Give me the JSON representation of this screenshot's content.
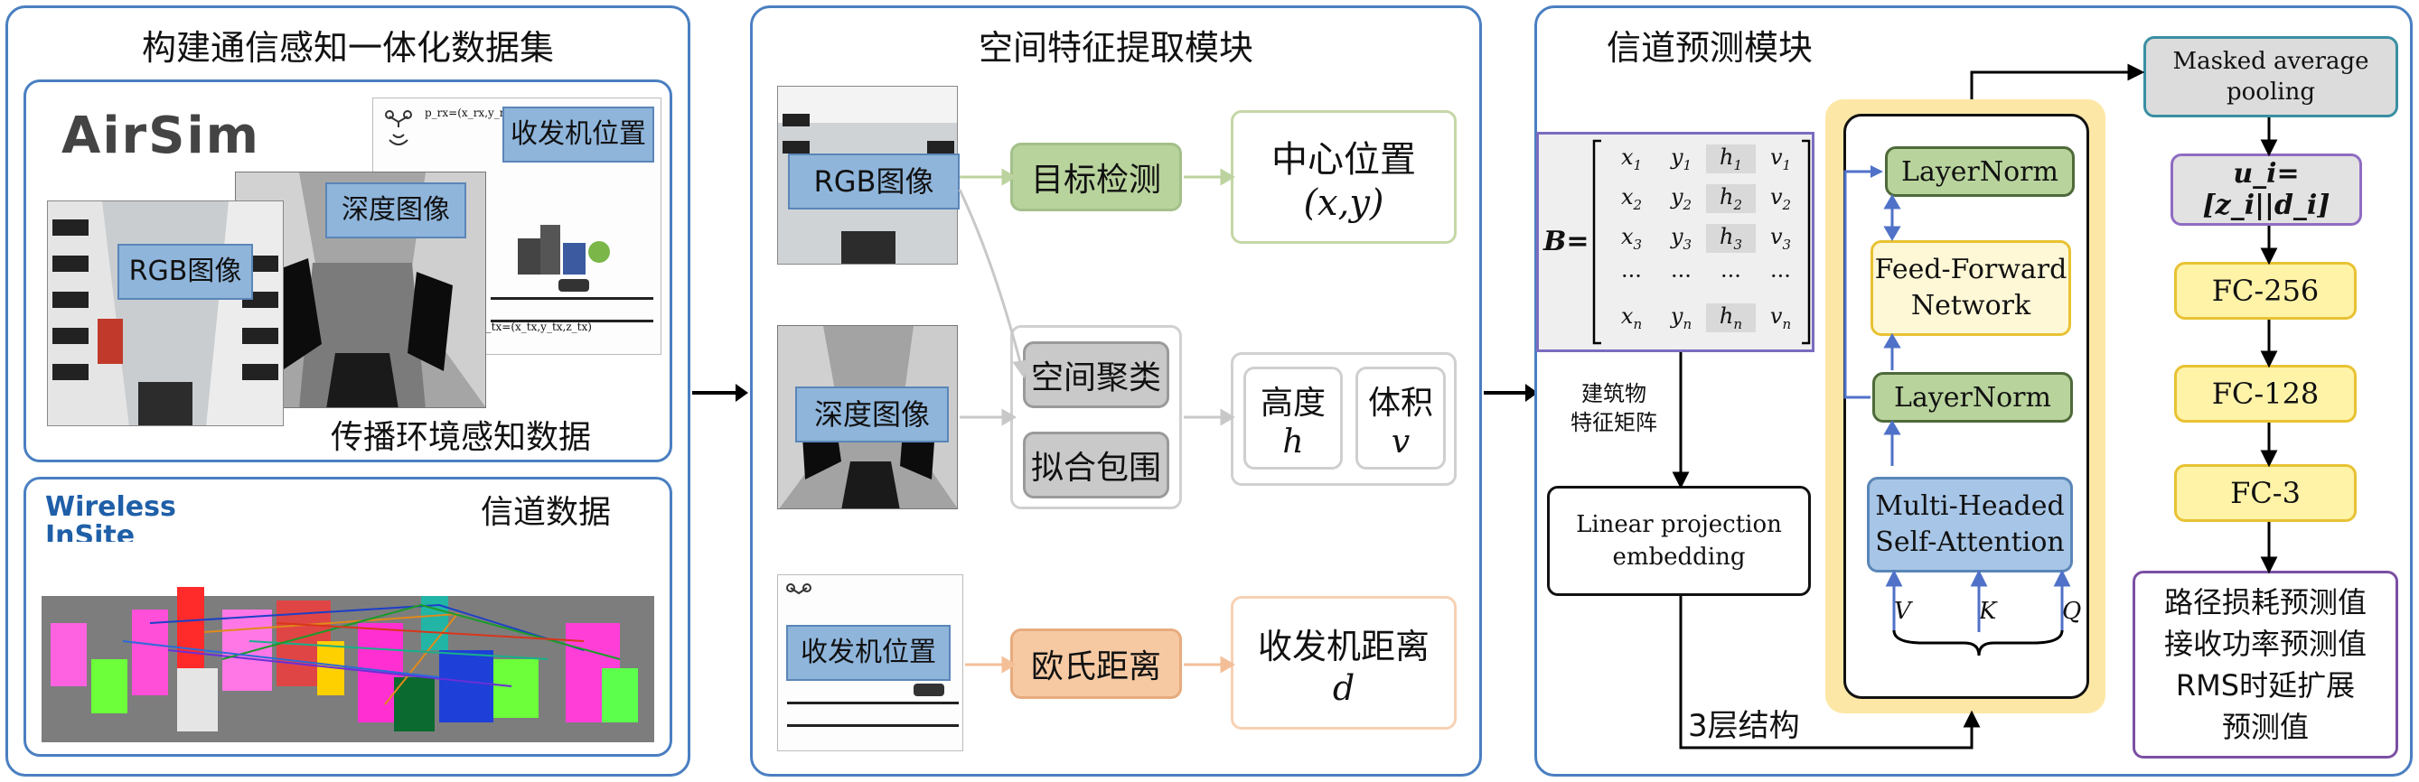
{
  "panel1": {
    "title": "构建通信感知一体化数据集",
    "airsim_logo": "AirSim",
    "rgb_label": "RGB图像",
    "depth_label": "深度图像",
    "txrx_label": "收发机位置",
    "env_caption": "传播环境感知数据",
    "channel_caption": "信道数据",
    "wireless_logo_top": "Wireless",
    "wireless_logo_bottom": "InSite",
    "p_rx_small": "p_rx=(x_rx,y_rx,z_rx)",
    "p_tx_small": "p_tx=(x_tx,y_tx,z_tx)"
  },
  "panel2": {
    "title": "空间特征提取模块",
    "rgb_label": "RGB图像",
    "detect_label": "目标检测",
    "center_label": "中心位置",
    "center_sym": "(x,y)",
    "depth_label": "深度图像",
    "cluster_label": "空间聚类",
    "fit_label": "拟合包围",
    "height_label": "高度",
    "height_sym": "h",
    "volume_label": "体积",
    "volume_sym": "v",
    "txrx_label": "收发机位置",
    "dist_label": "欧氏距离",
    "txrx_dist_label": "收发机距离",
    "dist_sym": "d"
  },
  "panel3": {
    "title": "信道预测模块",
    "matrix_name": "B",
    "matrix_rows": [
      [
        "x1",
        "y1",
        "h1",
        "v1"
      ],
      [
        "x2",
        "y2",
        "h2",
        "v2"
      ],
      [
        "x3",
        "y3",
        "h3",
        "v3"
      ],
      [
        "...",
        "...",
        "...",
        "..."
      ],
      [
        "xn",
        "yn",
        "hn",
        "vn"
      ]
    ],
    "feature_caption_1": "建筑物",
    "feature_caption_2": "特征矩阵",
    "linear_1": "Linear projection",
    "linear_2": "embedding",
    "layers_label": "3层结构",
    "layernorm_top": "LayerNorm",
    "ffn_1": "Feed-Forward",
    "ffn_2": "Network",
    "layernorm_bottom": "LayerNorm",
    "mha_1": "Multi-Headed",
    "mha_2": "Self-Attention",
    "v_label": "V",
    "k_label": "K",
    "q_label": "Q",
    "pool_1": "Masked average",
    "pool_2": "pooling",
    "u_formula": "u_i=[z_i||d_i]",
    "fc1": "FC-256",
    "fc2": "FC-128",
    "fc3": "FC-3",
    "out_1": "路径损耗预测值",
    "out_2": "接收功率预测值",
    "out_3": "RMS时延扩展",
    "out_4": "预测值"
  },
  "colors": {
    "panel_border": "#4a7fc1",
    "tag_fill": "#8fb5db",
    "green_fill": "#b8d39c",
    "orange_fill": "#f6c9a3",
    "yellow_frame": "#fbe7a6",
    "purple": "#7b4fa3",
    "teal": "#3a8fa3"
  }
}
